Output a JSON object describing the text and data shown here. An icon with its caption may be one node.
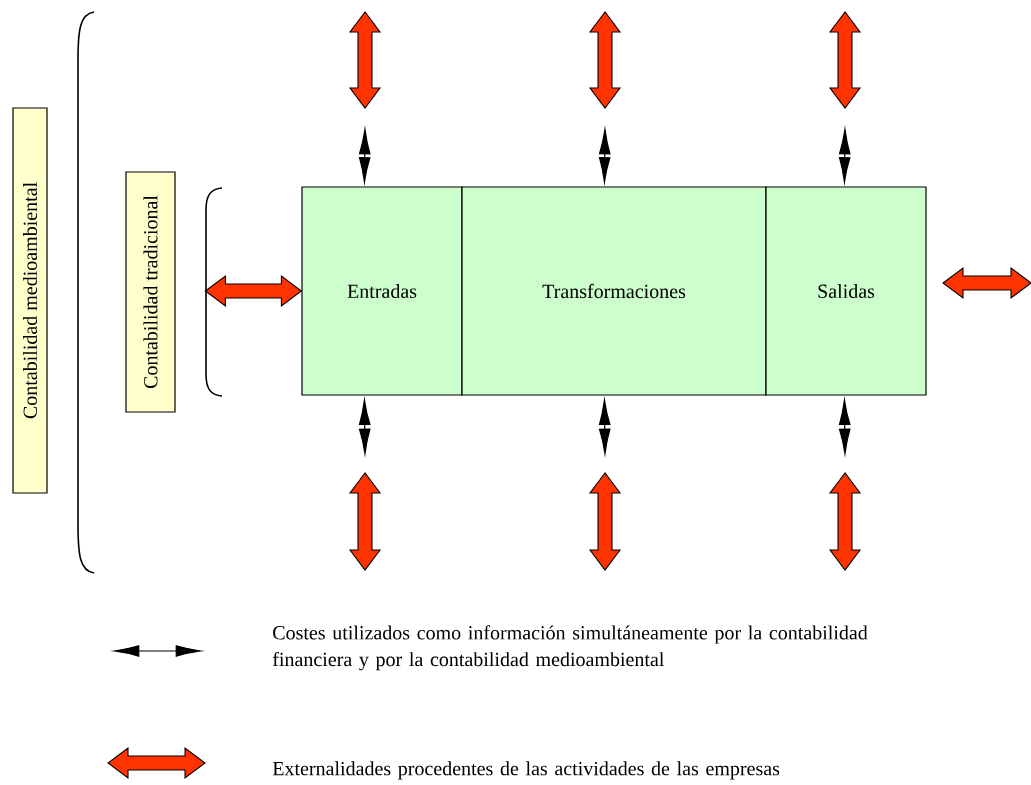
{
  "diagram": {
    "nodes": [
      {
        "text": [
          "Contabilidad medioambiental"
        ]
      },
      {
        "text": [
          "Contabilidad tradicional"
        ]
      },
      {
        "text": [
          "Entradas"
        ]
      },
      {
        "text": [
          "Transformaciones"
        ]
      },
      {
        "text": [
          "Salidas"
        ]
      }
    ],
    "edges": [
      {
        "from": null,
        "to": 2,
        "arrow": "both"
      },
      {
        "from": null,
        "to": 3,
        "arrow": "both"
      },
      {
        "from": null,
        "to": 4,
        "arrow": "both"
      },
      {
        "from": null,
        "to": 2,
        "arrow": "both"
      },
      {
        "from": null,
        "to": 3,
        "arrow": "both"
      },
      {
        "from": null,
        "to": 4,
        "arrow": "both"
      },
      {
        "from": null,
        "to": 2,
        "arrow": "both",
        "style": "thick",
        "color": "#ff3300"
      }
    ],
    "legend": [
      {
        "text": "Costes utilizados como información simultáneamente por la contabilidad financiera y por la contabilidad medioambiental"
      },
      {
        "text": "Externalidades procedentes de las actividades de las empresas"
      }
    ]
  }
}
